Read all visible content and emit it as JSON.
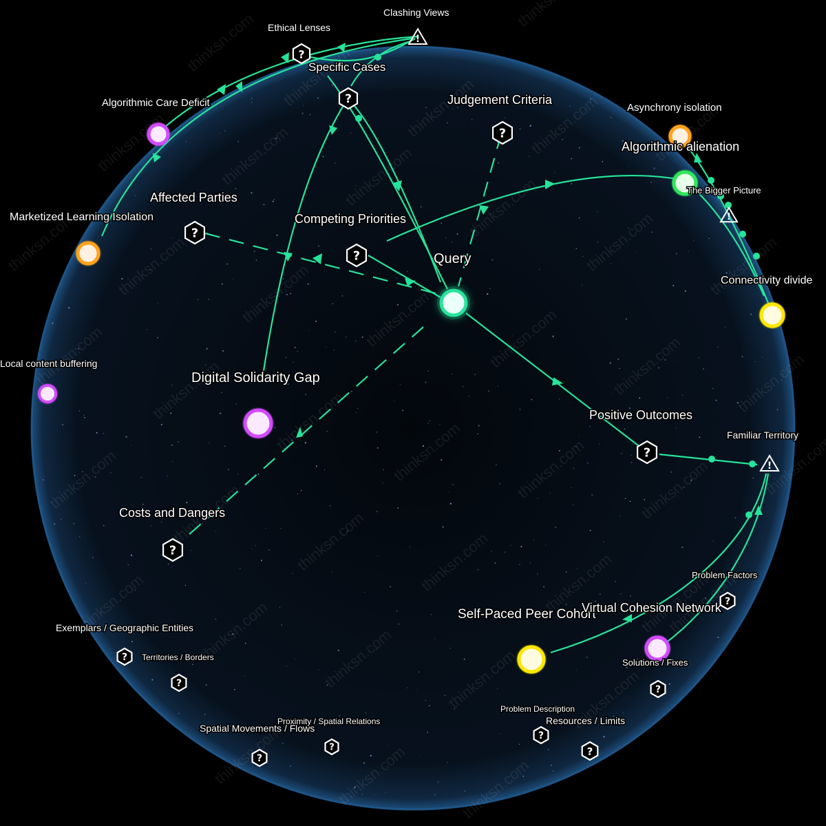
{
  "watermark_text": "thinksn.com",
  "colors": {
    "background": "#000000",
    "sphere_fill": "#06101c",
    "sphere_rim": "#1f5a8f",
    "edge": "#27e39a",
    "node_magenta": "#d34cff",
    "node_orange": "#ffa31f",
    "node_yellow": "#ffe600",
    "node_green": "#2ee65a",
    "node_query": "#27e39a"
  },
  "nodes": {
    "query": {
      "label": "Query",
      "icon": "glowing-circle-icon"
    },
    "algorithmic_care_deficit": {
      "label": "Algorithmic Care Deficit",
      "color": "magenta"
    },
    "marketized_learning_isolation": {
      "label": "Marketized Learning Isolation",
      "color": "orange"
    },
    "local_content_buffering": {
      "label": "Local content buffering",
      "color": "magenta"
    },
    "digital_solidarity_gap": {
      "label": "Digital Solidarity Gap",
      "color": "magenta"
    },
    "asynchrony_isolation": {
      "label": "Asynchrony isolation",
      "color": "orange"
    },
    "algorithmic_alienation": {
      "label": "Algorithmic alienation",
      "color": "green"
    },
    "connectivity_divide": {
      "label": "Connectivity divide",
      "color": "yellow"
    },
    "self_paced_peer_cohort": {
      "label": "Self-Paced Peer Cohort",
      "color": "yellow"
    },
    "virtual_cohesion_network": {
      "label": "Virtual Cohesion Network",
      "color": "magenta"
    }
  },
  "categories": {
    "ethical_lenses": {
      "label": "Ethical Lenses",
      "icon": "question-hexagon-icon"
    },
    "clashing_views": {
      "label": "Clashing Views",
      "icon": "warning-triangle-icon"
    },
    "specific_cases": {
      "label": "Specific Cases",
      "icon": "question-hexagon-icon"
    },
    "judgement_criteria": {
      "label": "Judgement Criteria",
      "icon": "question-hexagon-icon"
    },
    "affected_parties": {
      "label": "Affected Parties",
      "icon": "question-hexagon-icon"
    },
    "competing_priorities": {
      "label": "Competing Priorities",
      "icon": "question-hexagon-icon"
    },
    "the_bigger_picture": {
      "label": "The Bigger Picture",
      "icon": "warning-triangle-icon"
    },
    "positive_outcomes": {
      "label": "Positive Outcomes",
      "icon": "question-hexagon-icon"
    },
    "familiar_territory": {
      "label": "Familiar Territory",
      "icon": "warning-triangle-icon"
    },
    "costs_and_dangers": {
      "label": "Costs and Dangers",
      "icon": "question-hexagon-icon"
    },
    "problem_factors": {
      "label": "Problem Factors",
      "icon": "question-hexagon-icon"
    },
    "solutions_fixes": {
      "label": "Solutions / Fixes",
      "icon": "question-hexagon-icon"
    },
    "problem_description": {
      "label": "Problem Description",
      "icon": "question-hexagon-icon"
    },
    "resources_limits": {
      "label": "Resources / Limits",
      "icon": "question-hexagon-icon"
    },
    "exemplars_geographic": {
      "label": "Exemplars / Geographic Entities",
      "icon": "question-hexagon-icon"
    },
    "territories_borders": {
      "label": "Territories / Borders",
      "icon": "question-hexagon-icon"
    },
    "spatial_movements_flows": {
      "label": "Spatial Movements / Flows",
      "icon": "question-hexagon-icon"
    },
    "proximity_spatial_relations": {
      "label": "Proximity / Spatial Relations",
      "icon": "question-hexagon-icon"
    }
  }
}
